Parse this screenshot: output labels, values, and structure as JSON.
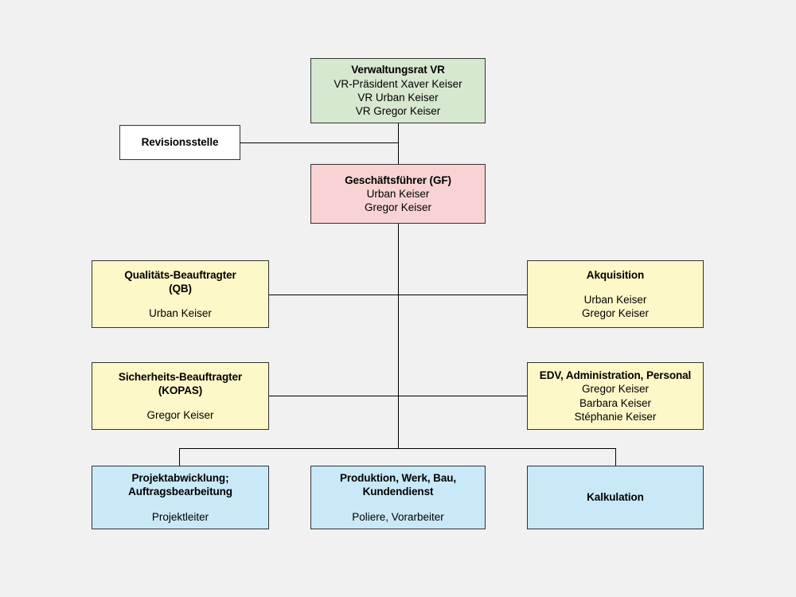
{
  "diagram": {
    "type": "organizational-chart",
    "language": "de",
    "background_color": "#f1f1f1",
    "line_color": "#000000",
    "border_color": "#333333",
    "palette": {
      "green": "#d7e8d0",
      "pink": "#f9d3d3",
      "white": "#ffffff",
      "yellow": "#fdf8c8",
      "blue": "#cae9f8"
    }
  },
  "nodes": {
    "verwaltungsrat": {
      "title": "Verwaltungsrat VR",
      "people": [
        "VR-Präsident Xaver Keiser",
        "VR Urban Keiser",
        "VR Gregor Keiser"
      ],
      "color": "#d7e8d0"
    },
    "revisionsstelle": {
      "title": "Revisionsstelle",
      "people": [],
      "color": "#ffffff"
    },
    "geschaeftsfuehrer": {
      "title": "Geschäftsführer (GF)",
      "people": [
        "Urban Keiser",
        "Gregor Keiser"
      ],
      "color": "#f9d3d3"
    },
    "qualitaets_beauftragter": {
      "title_lines": [
        "Qualitäts-Beauftragter",
        "(QB)"
      ],
      "people": [
        "Urban Keiser"
      ],
      "color": "#fdf8c8"
    },
    "akquisition": {
      "title_lines": [
        "Akquisition"
      ],
      "people": [
        "Urban Keiser",
        "Gregor Keiser"
      ],
      "color": "#fdf8c8"
    },
    "sicherheits_beauftragter": {
      "title_lines": [
        "Sicherheits-Beauftragter",
        "(KOPAS)"
      ],
      "people": [
        "Gregor Keiser"
      ],
      "color": "#fdf8c8"
    },
    "edv_administration_personal": {
      "title_lines": [
        "EDV, Administration, Personal"
      ],
      "people": [
        "Gregor Keiser",
        "Barbara Keiser",
        "Stéphanie Keiser"
      ],
      "color": "#fdf8c8"
    },
    "projektabwicklung": {
      "title_lines": [
        "Projektabwicklung;",
        "Auftragsbearbeitung"
      ],
      "people": [
        "Projektleiter"
      ],
      "color": "#cae9f8"
    },
    "produktion": {
      "title_lines": [
        "Produktion, Werk, Bau,",
        "Kundendienst"
      ],
      "people": [
        "Poliere, Vorarbeiter"
      ],
      "color": "#cae9f8"
    },
    "kalkulation": {
      "title_lines": [
        "Kalkulation"
      ],
      "people": [],
      "color": "#cae9f8"
    }
  }
}
